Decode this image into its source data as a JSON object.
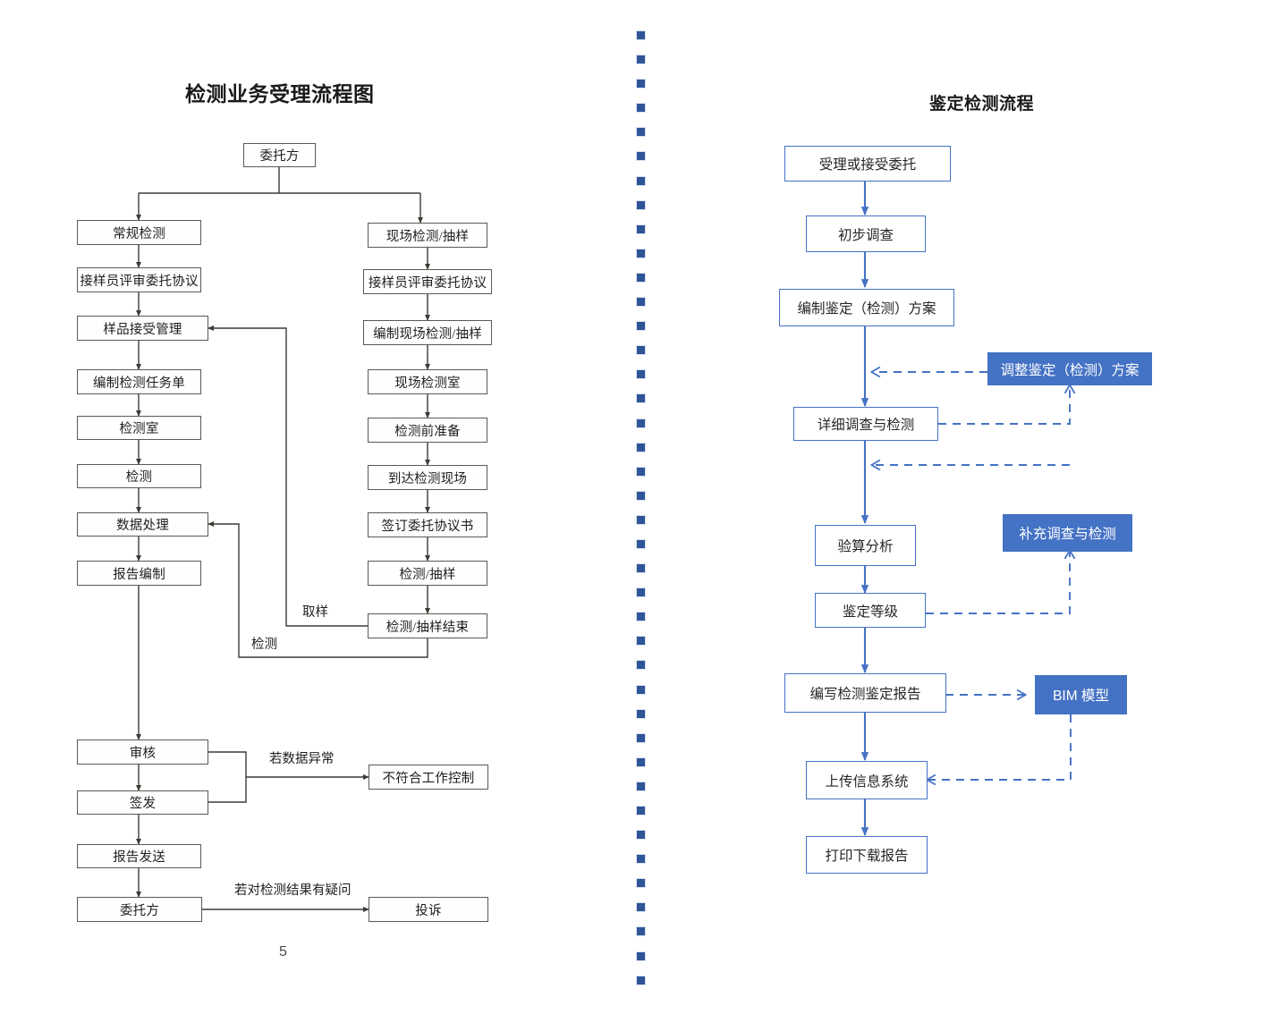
{
  "page": {
    "number": "5"
  },
  "divider": {
    "icon": "vertical-dotted-divider",
    "dot_count": 40,
    "color": "#2f5597"
  },
  "left_chart": {
    "title": "检测业务受理流程图",
    "style": {
      "border_color": "#5d5852",
      "fill": "#fefefe",
      "text_color": "#1d1d1d"
    },
    "nodes": [
      {
        "id": "client_top",
        "label": "委托方"
      },
      {
        "id": "routine",
        "label": "常规检测"
      },
      {
        "id": "review_l",
        "label": "接样员评审委托协议"
      },
      {
        "id": "sample_accept",
        "label": "样品接受管理"
      },
      {
        "id": "task_sheet",
        "label": "编制检测任务单"
      },
      {
        "id": "lab",
        "label": "检测室"
      },
      {
        "id": "testing",
        "label": "检测"
      },
      {
        "id": "data_process",
        "label": "数据处理"
      },
      {
        "id": "report_prepare",
        "label": "报告编制"
      },
      {
        "id": "audit",
        "label": "审核"
      },
      {
        "id": "issue",
        "label": "签发"
      },
      {
        "id": "report_send",
        "label": "报告发送"
      },
      {
        "id": "client_bottom",
        "label": "委托方"
      },
      {
        "id": "onsite",
        "label": "现场检测/抽样"
      },
      {
        "id": "review_r",
        "label": "接样员评审委托协议"
      },
      {
        "id": "prep_onsite",
        "label": "编制现场检测/抽样"
      },
      {
        "id": "onsite_lab",
        "label": "现场检测室"
      },
      {
        "id": "pre_test",
        "label": "检测前准备"
      },
      {
        "id": "arrive_site",
        "label": "到达检测现场"
      },
      {
        "id": "sign_agreement",
        "label": "签订委托协议书"
      },
      {
        "id": "test_sample",
        "label": "检测/抽样"
      },
      {
        "id": "test_sample_end",
        "label": "检测/抽样结束"
      },
      {
        "id": "noncompliance",
        "label": "不符合工作控制"
      },
      {
        "id": "complaint",
        "label": "投诉"
      }
    ],
    "edge_labels": [
      {
        "id": "sampling",
        "label": "取样"
      },
      {
        "id": "detection",
        "label": "检测"
      },
      {
        "id": "data_abnormal",
        "label": "若数据异常"
      },
      {
        "id": "result_doubt",
        "label": "若对检测结果有疑问"
      }
    ]
  },
  "right_chart": {
    "title": "鉴定检测流程",
    "style": {
      "border_color": "#4472c4",
      "fill_accent": "#4472c4",
      "text_color": "#262626",
      "accent_text_color": "#ffffff"
    },
    "nodes": [
      {
        "id": "accept",
        "label": "受理或接受委托",
        "filled": false
      },
      {
        "id": "prelim",
        "label": "初步调查",
        "filled": false
      },
      {
        "id": "plan",
        "label": "编制鉴定（检测）方案",
        "filled": false
      },
      {
        "id": "detail_survey",
        "label": "详细调查与检测",
        "filled": false
      },
      {
        "id": "calc",
        "label": "验算分析",
        "filled": false
      },
      {
        "id": "grade",
        "label": "鉴定等级",
        "filled": false
      },
      {
        "id": "write_report",
        "label": "编写检测鉴定报告",
        "filled": false
      },
      {
        "id": "upload",
        "label": "上传信息系统",
        "filled": false
      },
      {
        "id": "print",
        "label": "打印下载报告",
        "filled": false
      },
      {
        "id": "adjust_plan",
        "label": "调整鉴定（检测）方案",
        "filled": true
      },
      {
        "id": "extra_survey",
        "label": "补充调查与检测",
        "filled": true
      },
      {
        "id": "bim",
        "label": "BIM 模型",
        "filled": true
      }
    ]
  }
}
